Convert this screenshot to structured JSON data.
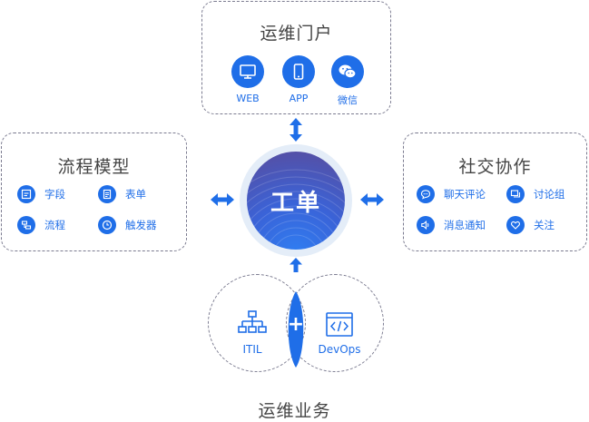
{
  "hub": {
    "label": "工单"
  },
  "portal": {
    "title": "运维门户",
    "items": [
      {
        "label": "WEB",
        "icon": "monitor-icon"
      },
      {
        "label": "APP",
        "icon": "phone-icon"
      },
      {
        "label": "微信",
        "icon": "wechat-icon"
      }
    ]
  },
  "process": {
    "title": "流程模型",
    "items": [
      {
        "label": "字段",
        "icon": "field-icon"
      },
      {
        "label": "表单",
        "icon": "form-icon"
      },
      {
        "label": "流程",
        "icon": "flow-icon"
      },
      {
        "label": "触发器",
        "icon": "clock-icon"
      }
    ]
  },
  "social": {
    "title": "社交协作",
    "items": [
      {
        "label": "聊天评论",
        "icon": "chat-icon"
      },
      {
        "label": "讨论组",
        "icon": "discussion-icon"
      },
      {
        "label": "消息通知",
        "icon": "speaker-icon"
      },
      {
        "label": "关注",
        "icon": "heart-icon"
      }
    ]
  },
  "ops": {
    "title": "运维业务",
    "left_label": "ITIL",
    "right_label": "DevOps",
    "plus": "+"
  },
  "colors": {
    "accent": "#1f6ee8",
    "border": "#7b7b90",
    "title": "#444444"
  }
}
